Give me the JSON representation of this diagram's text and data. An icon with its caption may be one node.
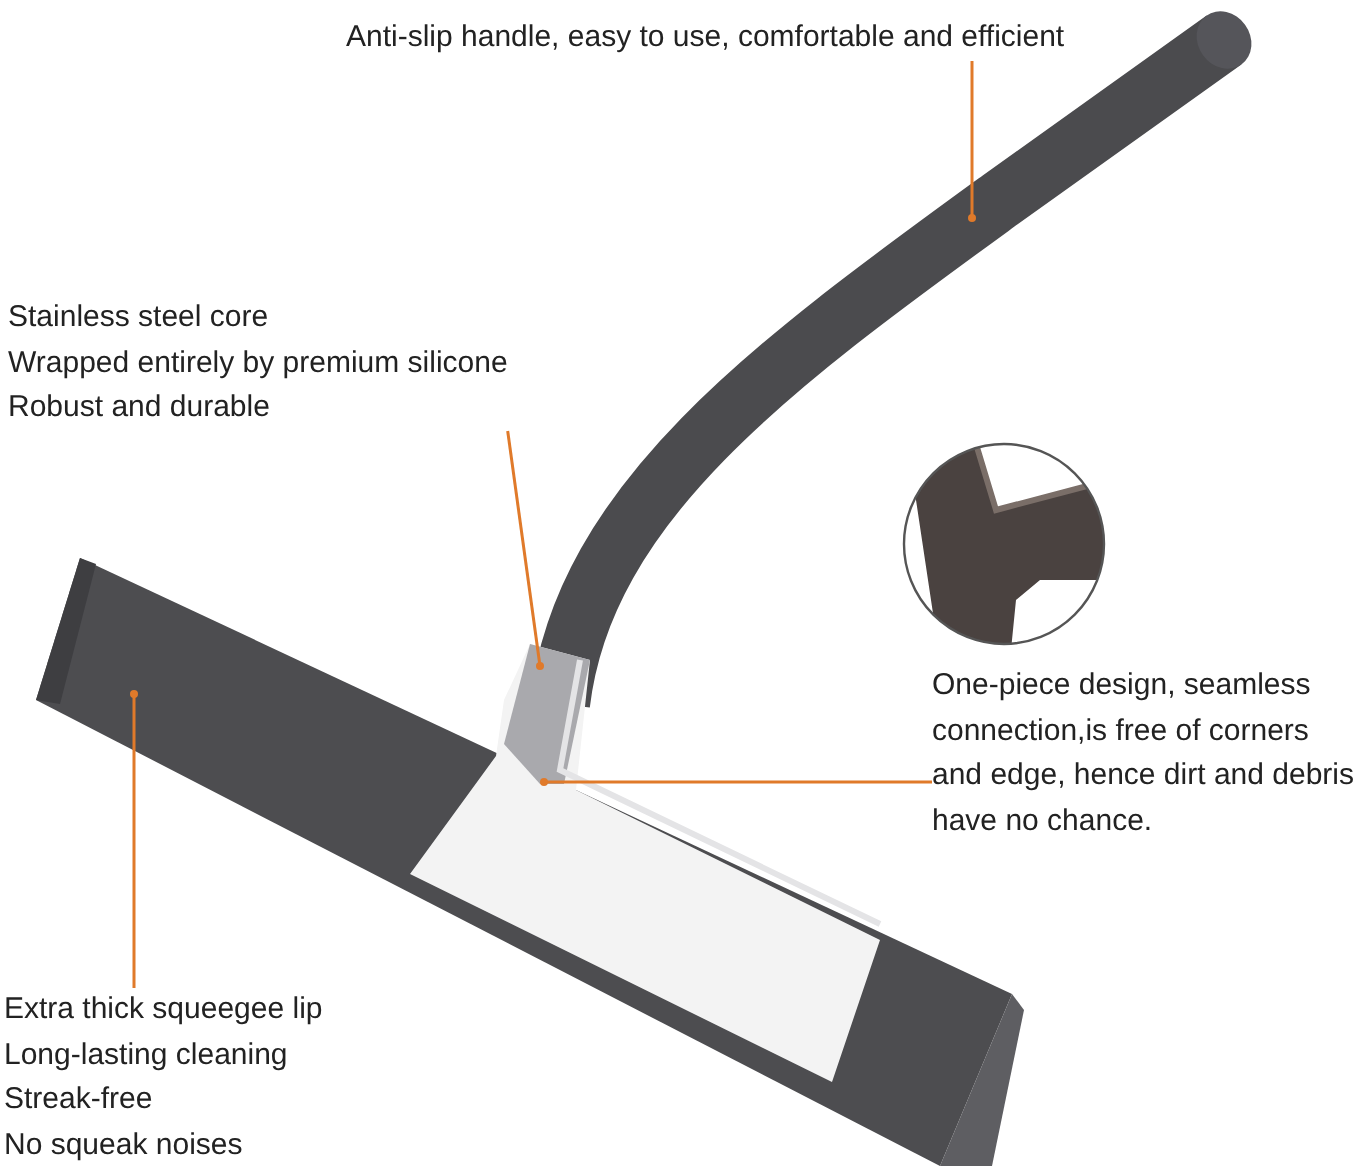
{
  "diagram": {
    "nodes": [
      {
        "text": [
          "Anti-slip handle, easy to use, comfortable and efficient"
        ]
      },
      {
        "text": [
          "Stainless steel core",
          "Wrapped entirely by premium silicone",
          "Robust and durable"
        ]
      },
      {
        "text": [
          "One-piece design, seamless connection,is free of corners and edge, hence dirt and debris have no chance."
        ]
      },
      {
        "text": [
          "Extra thick squeegee lip",
          "Long-lasting cleaning",
          "Streak-free",
          "No squeak noises"
        ]
      }
    ],
    "edges": [
      {
        "from": 0,
        "to": null,
        "arrow": "other",
        "color": "#e07a2a"
      },
      {
        "from": 1,
        "to": null,
        "arrow": "other",
        "color": "#e07a2a"
      },
      {
        "from": 2,
        "to": null,
        "arrow": "other",
        "color": "#e07a2a"
      },
      {
        "from": 3,
        "to": null,
        "arrow": "other",
        "color": "#e07a2a"
      }
    ]
  }
}
